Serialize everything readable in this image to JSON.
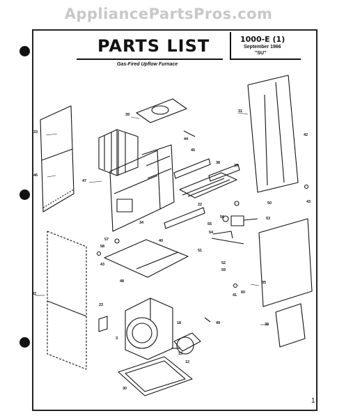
{
  "watermark": "AppliancePartsPros.com",
  "header": {
    "title": "PARTS LIST",
    "subtitle": "Gas-Fired Upflow Furnace",
    "doc_id": "1000-E (1)",
    "doc_date": "September 1966",
    "doc_model": "\"SU\""
  },
  "page_number": "1",
  "callouts": [
    "33",
    "46",
    "47",
    "39",
    "44",
    "45",
    "38",
    "39",
    "31",
    "42",
    "43",
    "50",
    "22",
    "53",
    "34",
    "55",
    "56",
    "57",
    "58",
    "43",
    "40",
    "51",
    "54",
    "52",
    "59",
    "48",
    "35",
    "32",
    "41",
    "60",
    "23",
    "49",
    "18",
    "13",
    "12",
    "30",
    "38",
    "3"
  ]
}
